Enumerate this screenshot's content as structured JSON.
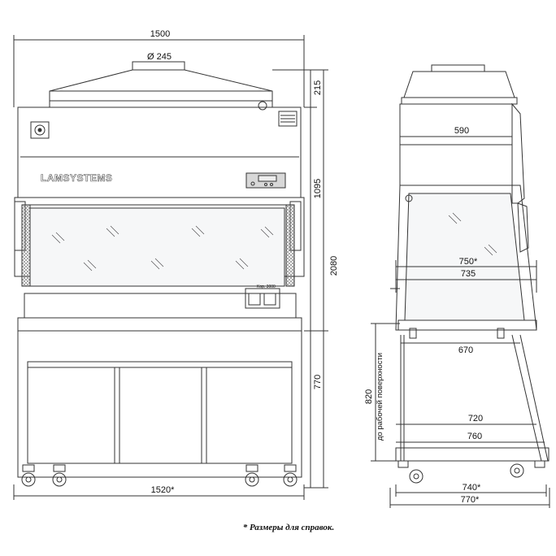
{
  "front_view": {
    "width_top": "1500",
    "duct_diameter": "Ø 245",
    "brand": "LAMSYSTEMS",
    "panel_label": "Kop. 3000",
    "width_bottom": "1520*",
    "height_hood": "215",
    "height_body": "1095",
    "height_total": "2080",
    "height_stand": "770"
  },
  "side_view": {
    "depth_hood": "590",
    "depth_window": "750*",
    "depth_window_inner": "735",
    "depth_work": "670",
    "depth_stand_inner": "720",
    "depth_stand": "760",
    "depth_feet": "740*",
    "depth_total": "770*",
    "work_height": "820",
    "work_height_label": "до рабочей поверхности"
  },
  "footnote": "* Размеры для справок.",
  "colors": {
    "line": "#333333",
    "glass": "#f4f6f8",
    "mesh": "#888888"
  }
}
